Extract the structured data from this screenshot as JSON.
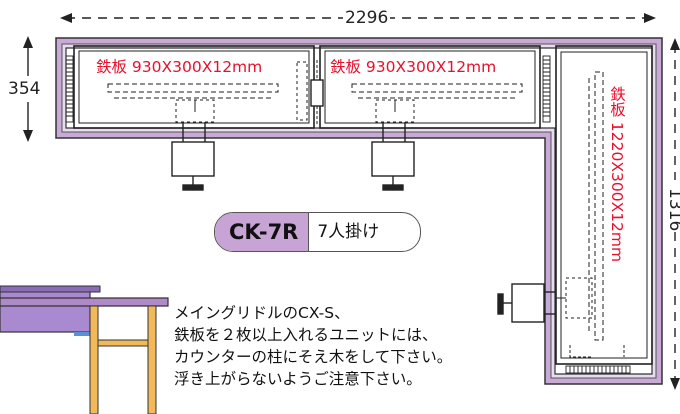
{
  "dimensions": {
    "width_label": "2296",
    "depth_label": "354",
    "side_label": "1316"
  },
  "plates": {
    "left": "鉄板 930X300X12mm",
    "center": "鉄板 930X300X12mm",
    "right": "鉄板 1220X300X12mm"
  },
  "badge": {
    "model": "CK-7R",
    "capacity": "7人掛け"
  },
  "notes": [
    "メイングリドルのCX-S、",
    "鉄板を２枚以上入れるユニットには、",
    "カウンターの柱にそえ木をして下さい。",
    "浮き上がらないようご注意下さい。"
  ],
  "colors": {
    "counter_frame": "#c9a9d6",
    "plate_label": "#e8102c",
    "badge_fill": "#c8a3d6",
    "support_wood": "#f2b95a",
    "griddle_body": "#a98ad0"
  }
}
